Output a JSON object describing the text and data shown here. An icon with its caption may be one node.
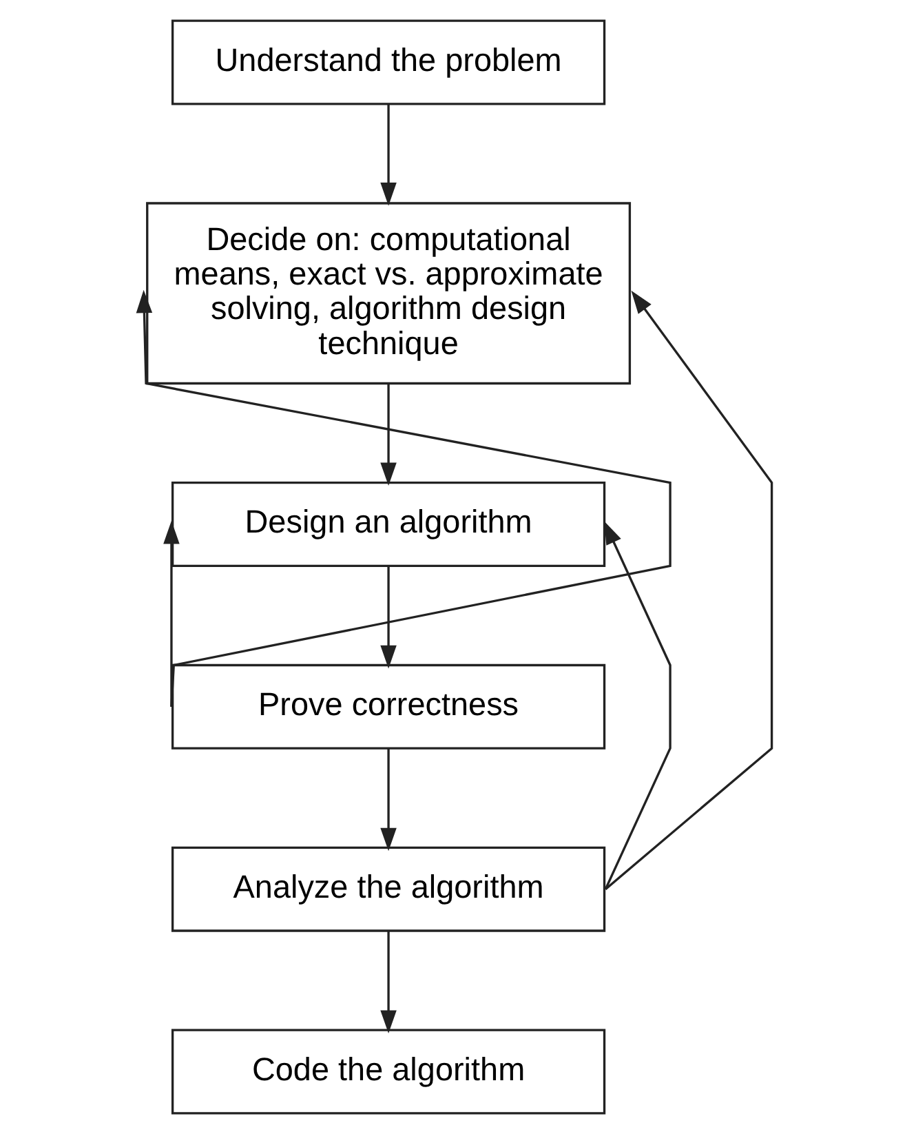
{
  "diagram": {
    "nodes": [
      {
        "text": [
          "Understand the problem"
        ]
      },
      {
        "text": [
          "Decide on: computational means, exact vs. approximate solving, algorithm design technique"
        ]
      },
      {
        "text": [
          "Design an algorithm"
        ]
      },
      {
        "text": [
          "Prove correctness"
        ]
      },
      {
        "text": [
          "Analyze the algorithm"
        ]
      },
      {
        "text": [
          "Code the algorithm"
        ]
      }
    ],
    "edges": [
      {
        "from": 0,
        "to": 1,
        "arrow": "to"
      },
      {
        "from": 1,
        "to": 2,
        "arrow": "to"
      },
      {
        "from": 2,
        "to": 3,
        "arrow": "to"
      },
      {
        "from": 3,
        "to": 4,
        "arrow": "to"
      },
      {
        "from": 4,
        "to": 5,
        "arrow": "to"
      },
      {
        "from": 3,
        "to": 1,
        "arrow": "to"
      },
      {
        "from": 3,
        "to": 2,
        "arrow": "to"
      },
      {
        "from": 4,
        "to": 1,
        "arrow": "to"
      },
      {
        "from": 4,
        "to": 2,
        "arrow": "to"
      }
    ]
  }
}
